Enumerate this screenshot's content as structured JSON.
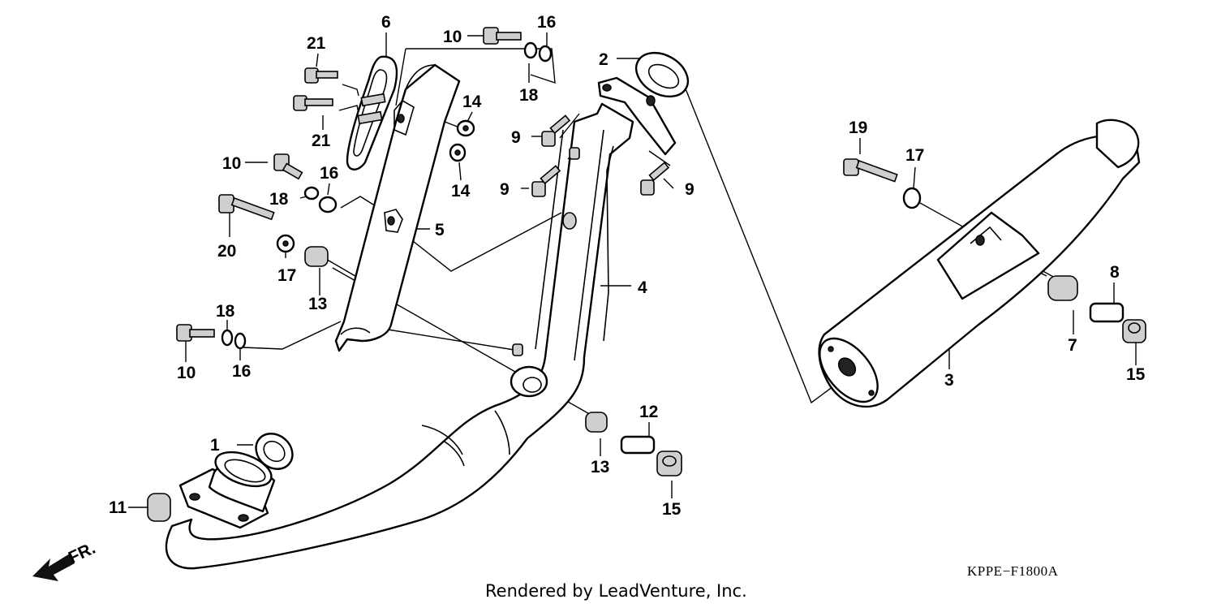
{
  "diagram_code": "KPPE−F1800A",
  "credit": "Rendered by LeadVenture, Inc.",
  "front_indicator": "FR.",
  "callouts": {
    "c1": "1",
    "c2": "2",
    "c3": "3",
    "c4": "4",
    "c5": "5",
    "c6": "6",
    "c7": "7",
    "c8": "8",
    "c9a": "9",
    "c9b": "9",
    "c9c": "9",
    "c10a": "10",
    "c10b": "10",
    "c10c": "10",
    "c11": "11",
    "c12": "12",
    "c13a": "13",
    "c13b": "13",
    "c14a": "14",
    "c14b": "14",
    "c15a": "15",
    "c15b": "15",
    "c16a": "16",
    "c16b": "16",
    "c16c": "16",
    "c17a": "17",
    "c17b": "17",
    "c18a": "18",
    "c18b": "18",
    "c18c": "18",
    "c19": "19",
    "c20": "20",
    "c21a": "21",
    "c21b": "21"
  }
}
